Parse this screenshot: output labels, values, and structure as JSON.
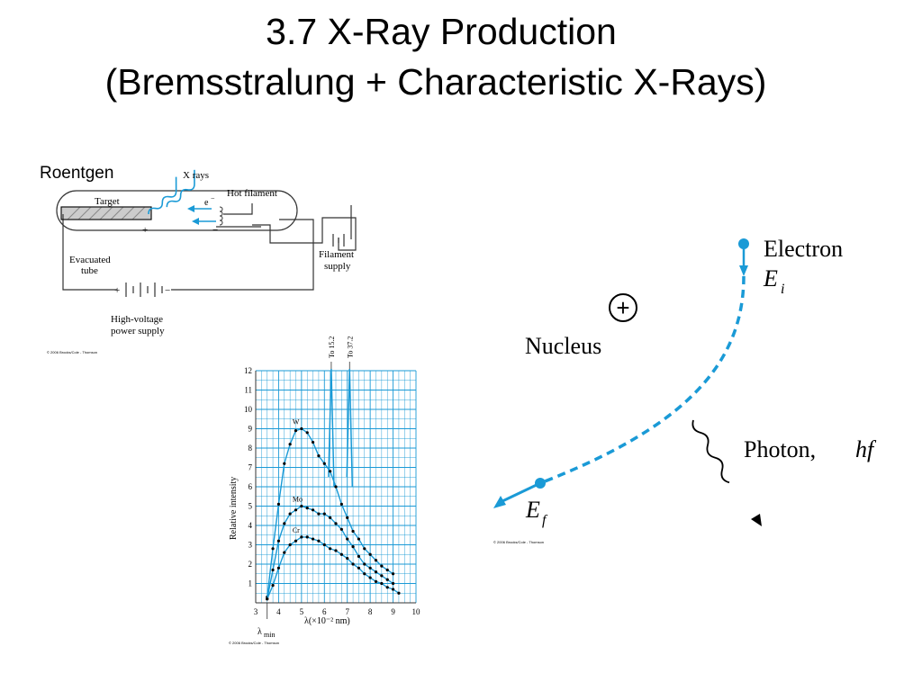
{
  "title_line1": "3.7 X-Ray Production",
  "title_line2": "(Bremsstralung + Characteristic X-Rays)",
  "tube_diagram": {
    "caption": "Roentgen",
    "labels": {
      "xrays": "X rays",
      "target": "Target",
      "hot_filament": "Hot filament",
      "electron": "e",
      "electron_sup": "−",
      "evacuated": "Evacuated",
      "tube": "tube",
      "filament": "Filament",
      "supply": "supply",
      "hv1": "High-voltage",
      "hv2": "power supply",
      "plus": "+",
      "minus": "−",
      "copyright": "© 2006 Brooks/Cole - Thomson"
    }
  },
  "brems_diagram": {
    "electron": "Electron",
    "ei": "E",
    "ei_sub": "i",
    "nucleus": "Nucleus",
    "photon": "Photon,",
    "hf": "hf",
    "ef": "E",
    "ef_sub": "f",
    "plus": "+",
    "copyright": "© 2006 Brooks/Cole - Thomson",
    "colors": {
      "electron": "#1a9ad6",
      "photon": "#000000"
    }
  },
  "chart_data": {
    "type": "line",
    "xlabel": "λ(×10⁻² nm)",
    "ylabel": "Relative intensity",
    "xlim": [
      3,
      10
    ],
    "ylim": [
      0,
      12
    ],
    "xticks": [
      "3",
      "4",
      "5",
      "6",
      "7",
      "8",
      "9",
      "10"
    ],
    "yticks": [
      "1",
      "2",
      "3",
      "4",
      "5",
      "6",
      "7",
      "8",
      "9",
      "10",
      "11",
      "12"
    ],
    "lambda_min": "λ",
    "lambda_min_sub": "min",
    "peak_annotations": [
      "To 15.2",
      "To 37.2"
    ],
    "copyright": "© 2006 Brooks/Cole - Thomson",
    "grid": true,
    "line_color": "#1a9ad6",
    "series": [
      {
        "name": "W",
        "x": [
          3.5,
          3.75,
          4.0,
          4.25,
          4.5,
          4.75,
          5.0,
          5.25,
          5.5,
          5.75,
          6.0,
          6.25,
          6.5,
          6.75,
          7.0,
          7.25,
          7.5,
          7.75,
          8.0,
          8.25,
          8.5,
          8.75,
          9.0
        ],
        "y": [
          0.3,
          2.8,
          5.1,
          7.2,
          8.2,
          8.9,
          9.0,
          8.8,
          8.3,
          7.6,
          7.2,
          6.8,
          6.0,
          5.1,
          4.4,
          3.7,
          3.3,
          2.8,
          2.5,
          2.2,
          1.9,
          1.7,
          1.5
        ]
      },
      {
        "name": "Mo",
        "x": [
          3.5,
          3.75,
          4.0,
          4.25,
          4.5,
          4.75,
          5.0,
          5.25,
          5.5,
          5.75,
          6.0,
          6.25,
          6.5,
          6.75,
          7.0,
          7.25,
          7.5,
          7.75,
          8.0,
          8.25,
          8.5,
          8.75,
          9.0
        ],
        "y": [
          0.2,
          1.7,
          3.2,
          4.1,
          4.6,
          4.8,
          5.0,
          4.9,
          4.8,
          4.6,
          4.6,
          4.4,
          4.1,
          3.8,
          3.3,
          2.9,
          2.4,
          2.0,
          1.8,
          1.6,
          1.4,
          1.2,
          1.0
        ]
      },
      {
        "name": "Cr",
        "x": [
          3.5,
          3.75,
          4.0,
          4.25,
          4.5,
          4.75,
          5.0,
          5.25,
          5.5,
          5.75,
          6.0,
          6.25,
          6.5,
          6.75,
          7.0,
          7.25,
          7.5,
          7.75,
          8.0,
          8.25,
          8.5,
          8.75,
          9.0,
          9.25
        ],
        "y": [
          0.2,
          0.9,
          1.8,
          2.6,
          3.0,
          3.2,
          3.4,
          3.4,
          3.3,
          3.2,
          3.0,
          2.8,
          2.7,
          2.5,
          2.3,
          2.0,
          1.8,
          1.5,
          1.3,
          1.1,
          1.0,
          0.8,
          0.7,
          0.5
        ]
      }
    ]
  }
}
